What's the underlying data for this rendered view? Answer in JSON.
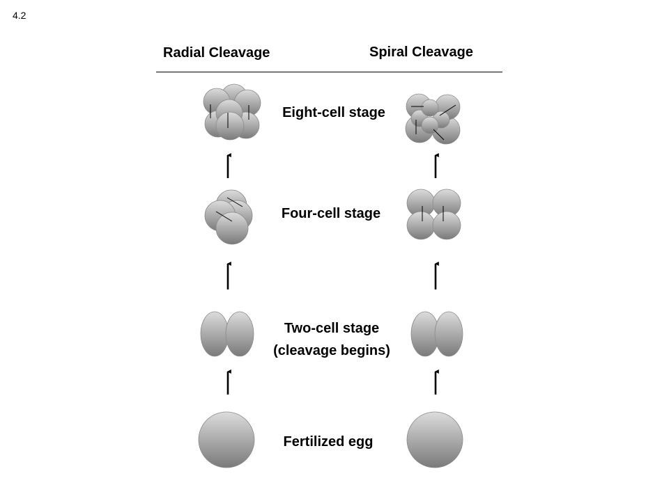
{
  "slide_number": "4.2",
  "headers": {
    "radial": "Radial Cleavage",
    "spiral": "Spiral Cleavage"
  },
  "stages": {
    "eight_cell": "Eight-cell stage",
    "four_cell": "Four-cell stage",
    "two_cell_line1": "Two-cell stage",
    "two_cell_line2": "(cleavage begins)",
    "fertilized_egg": "Fertilized egg"
  },
  "colors": {
    "cell_light": "#dcdcdc",
    "cell_dark": "#7a7a7a",
    "cell_outline": "#8a8a8a",
    "line": "#000000"
  }
}
